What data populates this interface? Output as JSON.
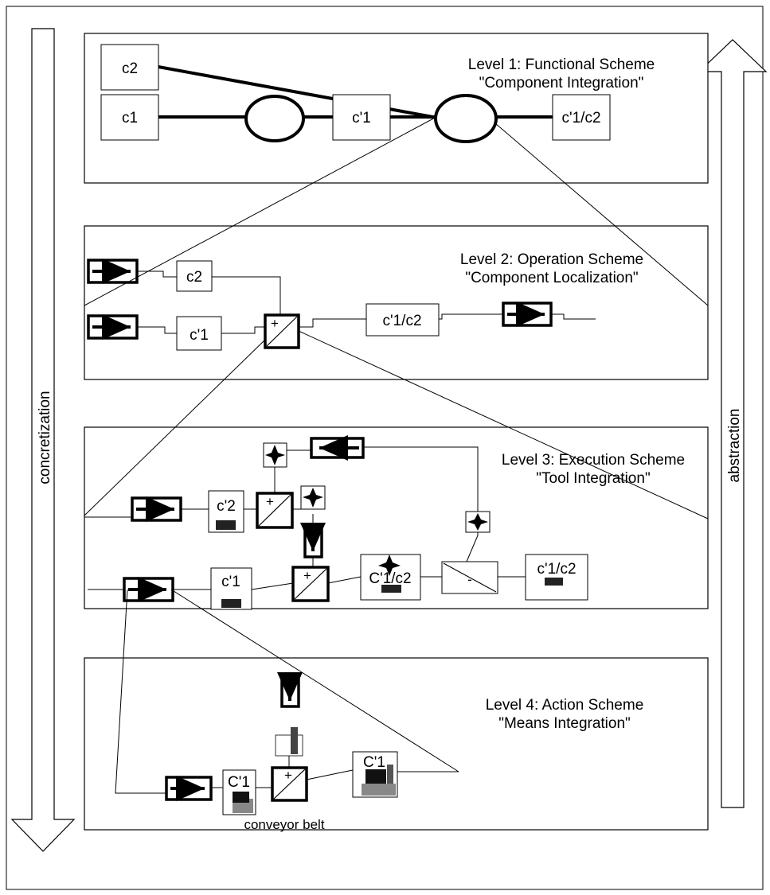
{
  "side_arrows": {
    "left_label": "concretization",
    "right_label": "abstraction"
  },
  "level1": {
    "title": "Level 1: Functional Scheme",
    "subtitle": "\"Component Integration\"",
    "boxes": {
      "c2": "c2",
      "c1": "c1",
      "c1p": "c'1",
      "c1p_c2": "c'1/c2"
    }
  },
  "level2": {
    "title": "Level 2: Operation Scheme",
    "subtitle": "\"Component Localization\"",
    "boxes": {
      "c2": "c2",
      "c1p": "c'1",
      "c1p_c2": "c'1/c2"
    },
    "join_sign": "+"
  },
  "level3": {
    "title": "Level 3: Execution Scheme",
    "subtitle": "\"Tool Integration\"",
    "boxes": {
      "c2p": "c'2",
      "c1p": "c'1",
      "c1p_c2_mid": "C'1/c2",
      "c1p_c2_out": "c'1/c2"
    },
    "join_sign": "+",
    "split_sign": "-"
  },
  "level4": {
    "title": "Level 4: Action Scheme",
    "subtitle": "\"Means Integration\"",
    "boxes": {
      "c1_in": "C'1",
      "c1_out": "C'1"
    },
    "join_sign": "+",
    "caption": "conveyor belt"
  }
}
